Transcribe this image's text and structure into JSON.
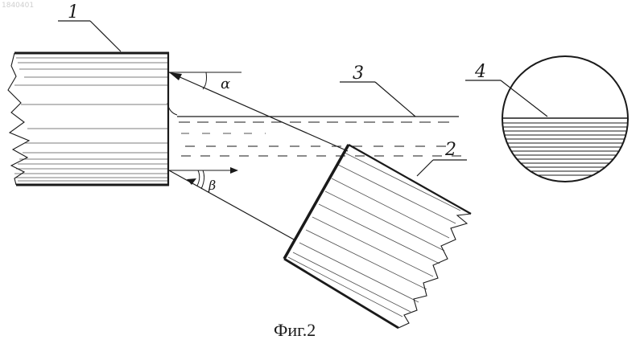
{
  "document_number": "1840401",
  "labels": {
    "part_1": "1",
    "part_2": "2",
    "part_3": "3",
    "part_4": "4",
    "angle_alpha": "α",
    "angle_beta": "β"
  },
  "caption": "Фиг.2",
  "colors": {
    "ink": "#1a1a1a",
    "background": "#ffffff"
  }
}
